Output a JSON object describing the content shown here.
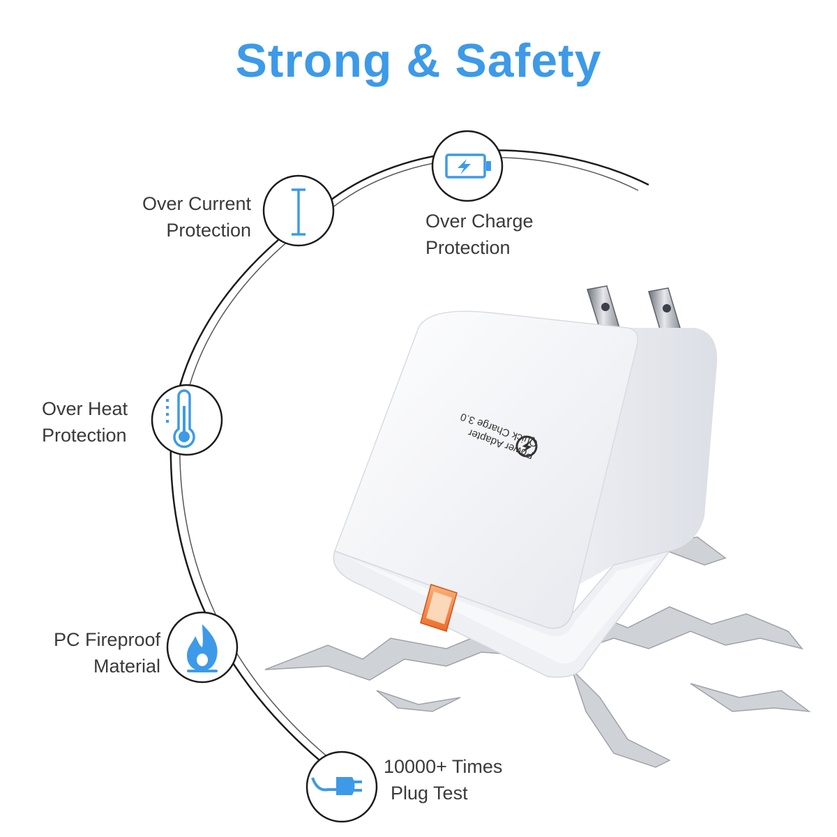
{
  "title": "Strong & Safety",
  "accent_color": "#3d9ae8",
  "features": [
    {
      "line1": "Over Current",
      "line2": "Protection",
      "icon": "current-limit-icon"
    },
    {
      "line1": "Over Charge",
      "line2": "Protection",
      "icon": "battery-charge-icon"
    },
    {
      "line1": "Over Heat",
      "line2": "Protection",
      "icon": "thermometer-icon"
    },
    {
      "line1": "PC Fireproof",
      "line2": "Material",
      "icon": "flame-icon"
    },
    {
      "line1": "10000+ Times",
      "line2": "Plug Test",
      "icon": "plug-icon"
    }
  ],
  "product": {
    "line1": "Power Adapter",
    "line2": "Quick Charge 3.0"
  }
}
